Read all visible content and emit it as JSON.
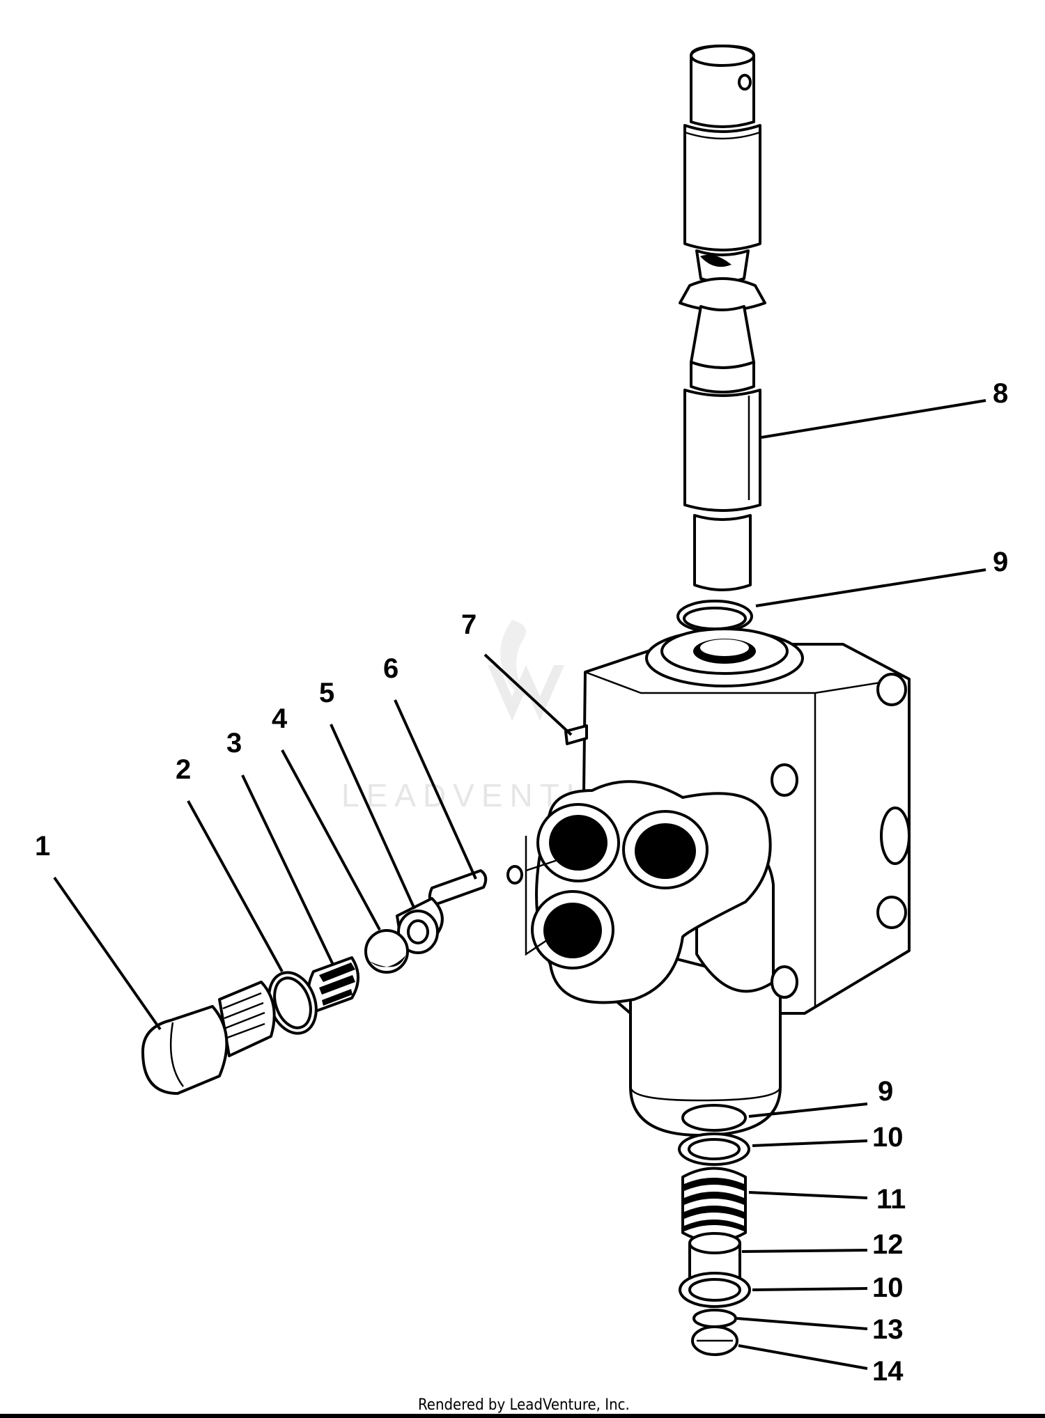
{
  "parts": [
    {
      "id": "p1",
      "label": "1"
    },
    {
      "id": "p2",
      "label": "2"
    },
    {
      "id": "p3",
      "label": "3"
    },
    {
      "id": "p4",
      "label": "4"
    },
    {
      "id": "p5",
      "label": "5"
    },
    {
      "id": "p6",
      "label": "6"
    },
    {
      "id": "p7",
      "label": "7"
    },
    {
      "id": "p8",
      "label": "8"
    },
    {
      "id": "p9a",
      "label": "9"
    },
    {
      "id": "p9b",
      "label": "9"
    },
    {
      "id": "p10a",
      "label": "10"
    },
    {
      "id": "p11",
      "label": "11"
    },
    {
      "id": "p12",
      "label": "12"
    },
    {
      "id": "p10b",
      "label": "10"
    },
    {
      "id": "p13",
      "label": "13"
    },
    {
      "id": "p14",
      "label": "14"
    }
  ],
  "watermark": "LEADVENTURE",
  "credit": "Rendered by LeadVenture, Inc."
}
